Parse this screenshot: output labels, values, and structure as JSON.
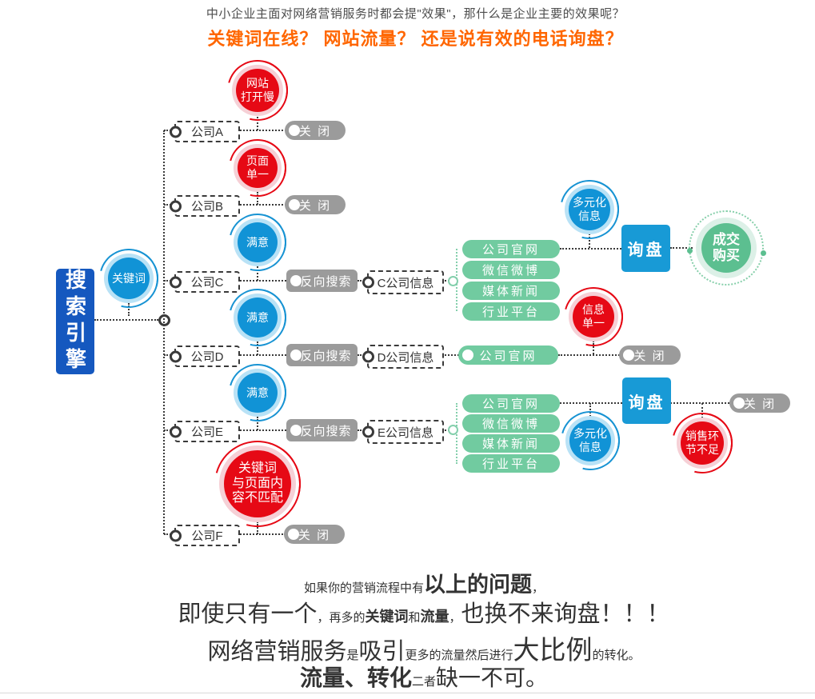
{
  "header": {
    "line1": "中小企业主面对网络营销服务时都会提\"效果\"，那什么是企业主要的效果呢？",
    "line2": "关键词在线？ 网站流量？ 还是说有效的电话询盘？"
  },
  "colors": {
    "accent_orange": "#ff6600",
    "blue_circle": "#1193d6",
    "red_circle": "#e60915",
    "green_pill": "#71cba0",
    "dark_blue_box": "#1558bf",
    "inquiry_blue": "#189ad6",
    "gray": "#9b9b9b",
    "deal_green": "#5cbf90"
  },
  "diagram": {
    "search_engine": "搜索引擎",
    "keyword": "关键词",
    "companies": [
      "公司A",
      "公司B",
      "公司C",
      "公司D",
      "公司E",
      "公司F"
    ],
    "close_label": "关 闭",
    "reverse_search_label": "反向搜索",
    "info_boxes": {
      "c": "C公司信息",
      "d": "D公司信息",
      "e": "E公司信息"
    },
    "circles": {
      "slow_site": "网站\n打开慢",
      "single_page": "页面\n单一",
      "satisfied": "满意",
      "keyword_mismatch": "关键词\n与页面内\n容不匹配",
      "diversified_info": "多元化\n信息",
      "single_info": "信息\n单一",
      "sales_lack": "销售环\n节不足",
      "deal": "成交\n购买"
    },
    "pills": [
      "公司官网",
      "微信微博",
      "媒体新闻",
      "行业平台"
    ],
    "inquiry_label": "询盘"
  },
  "footer": {
    "l1a": "如果你的营销流程中有",
    "l1b": "以上的问题",
    "l1c": "，",
    "l2a": "即使只有一个",
    "l2b": "，",
    "l2c": "再多的",
    "l2d": "关键词",
    "l2e": "和",
    "l2f": "流量",
    "l2g": "，",
    "l2h": "也换不来询盘！！！",
    "l3a": "网络营销服务",
    "l3b": "是",
    "l3c": "吸引",
    "l3d": "更多的流量然后进行",
    "l3e": "大比例",
    "l3f": "的转化。",
    "l4a": "流量、转化",
    "l4b": "二者",
    "l4c": "缺一不可。"
  }
}
